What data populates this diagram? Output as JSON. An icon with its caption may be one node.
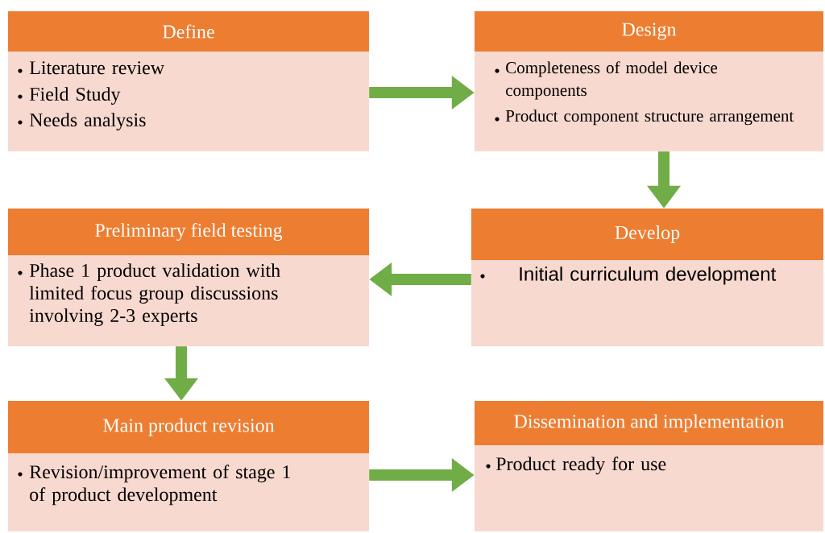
{
  "diagram": {
    "nodes": [
      {
        "text": [
          "Define",
          "Literature review",
          "Field Study",
          "Needs analysis"
        ]
      },
      {
        "text": [
          "Design",
          "Completeness of model device components",
          "Product component structure arrangement"
        ]
      },
      {
        "text": [
          "Develop",
          "Initial curriculum development"
        ]
      },
      {
        "text": [
          "Preliminary field testing",
          "Phase 1 product validation with limited focus group discussions involving 2-3 experts"
        ]
      },
      {
        "text": [
          "Main product revision",
          "Revision/improvement of stage 1 of product development"
        ]
      },
      {
        "text": [
          "Dissemination and implementation",
          "Product ready for use"
        ]
      }
    ],
    "edges": [
      {
        "from": 0,
        "to": 1,
        "arrow": "to"
      },
      {
        "from": 1,
        "to": 2,
        "arrow": "to"
      },
      {
        "from": 2,
        "to": 3,
        "arrow": "to"
      },
      {
        "from": 3,
        "to": 4,
        "arrow": "to"
      },
      {
        "from": 4,
        "to": 5,
        "arrow": "to"
      }
    ]
  }
}
